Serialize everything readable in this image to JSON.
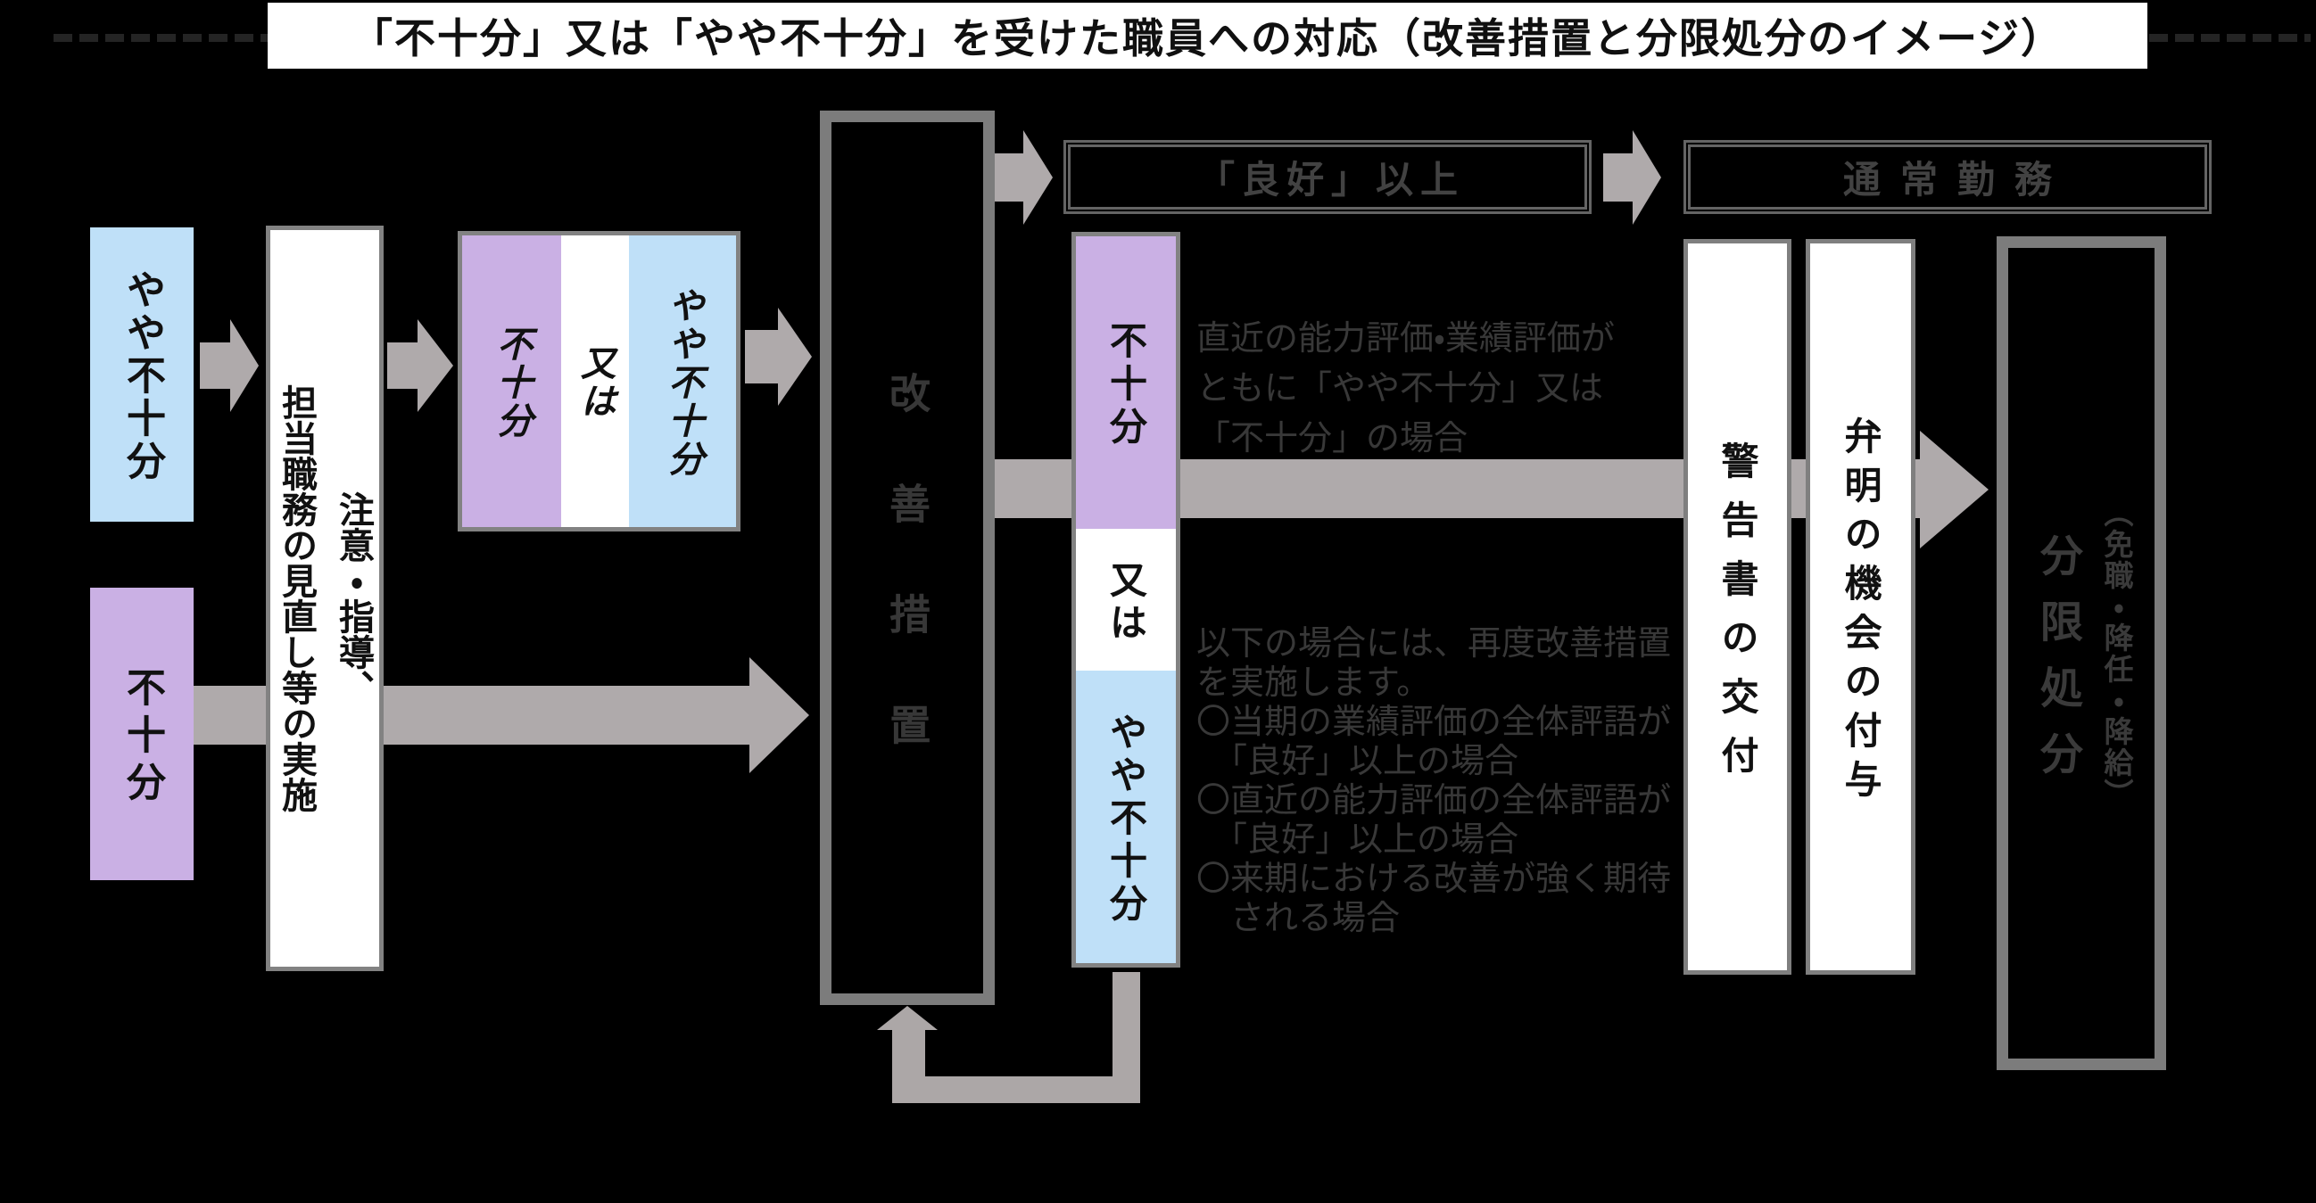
{
  "title": "「不十分」又は「やや不十分」を受けた職員への対応（改善措置と分限処分のイメージ）",
  "colors": {
    "background": "#000000",
    "accent_blue": "#BFE0F8",
    "accent_purple": "#CAB0E4",
    "arrow_gray": "#AFAAAB",
    "loop_arrow_gray": "#ACA7A7",
    "border_gray": "#7C7C7C",
    "double_border_gray": "#646464",
    "dark_text_on_black": "#383838",
    "white": "#FFFFFF"
  },
  "left_ratings": {
    "somewhat_insufficient": "やや不十分",
    "insufficient": "不十分"
  },
  "guidance_box": {
    "line1": "注意・指導、",
    "line2": "担当職務の見直し等の実施"
  },
  "combined_rating_box": {
    "left": "不十分",
    "middle": "又は",
    "right": "やや不十分"
  },
  "improvement_box": "改善措置",
  "headers": {
    "good_or_above": "「良好」以上",
    "normal_duty": "通常勤務"
  },
  "reeval_bar": {
    "top": "不十分",
    "middle": "又は",
    "bottom": "やや不十分"
  },
  "notes": {
    "warning_condition": "直近の能力評価・業績評価が\nともに「やや不十分」又は\n「不十分」の場合",
    "repeat_condition": "以下の場合には、再度改善措置\nを実施します。\n〇当期の業績評価の全体評語が\n　「良好」以上の場合\n〇直近の能力評価の全体評語が\n　「良好」以上の場合\n〇来期における改善が強く期待\n　される場合"
  },
  "right_steps": {
    "warning_letter": "警告書の交付",
    "explanation_opportunity": "弁明の機会の付与",
    "disciplinary_action": "分限処分",
    "disciplinary_detail": "（免職・降任・降給）"
  }
}
